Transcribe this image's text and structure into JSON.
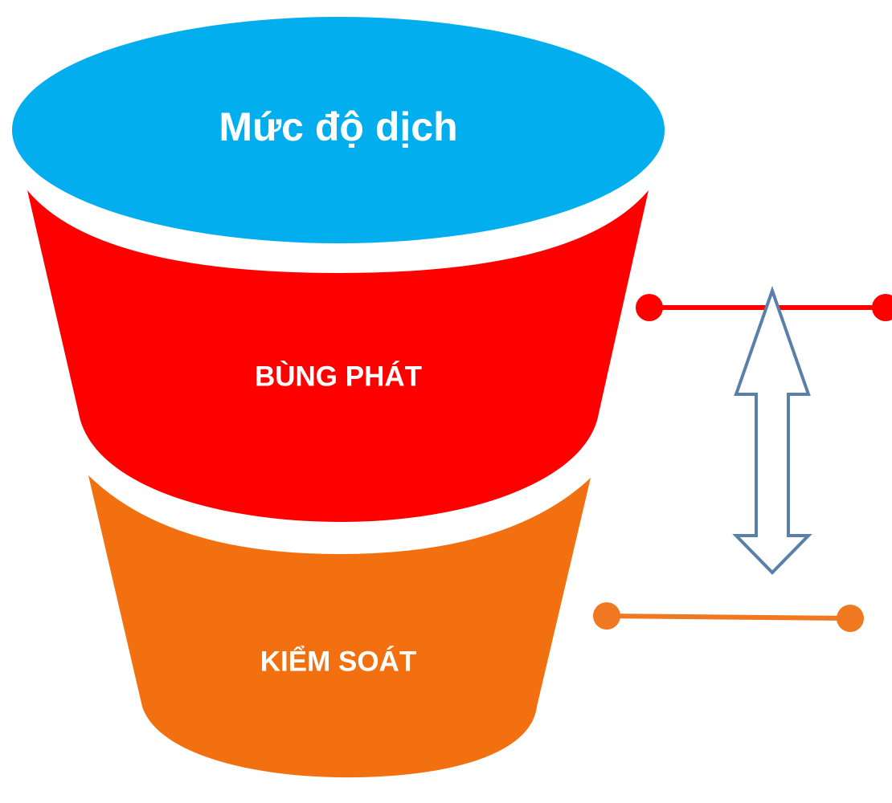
{
  "diagram": {
    "top_label": "Mức độ dịch",
    "upper_band_label": "BÙNG PHÁT",
    "lower_band_label": "KIỂM SOÁT"
  },
  "colors": {
    "top_ellipse": "#03AEEF",
    "upper_band": "#FF0000",
    "lower_band": "#F2700F",
    "upper_marker": "#FF0000",
    "lower_marker": "#F07820",
    "arrow_stroke": "#5A7FA8",
    "arrow_fill": "#FFFFFF"
  },
  "icons": {
    "level_arrow": "double-vertical-arrow-icon"
  }
}
